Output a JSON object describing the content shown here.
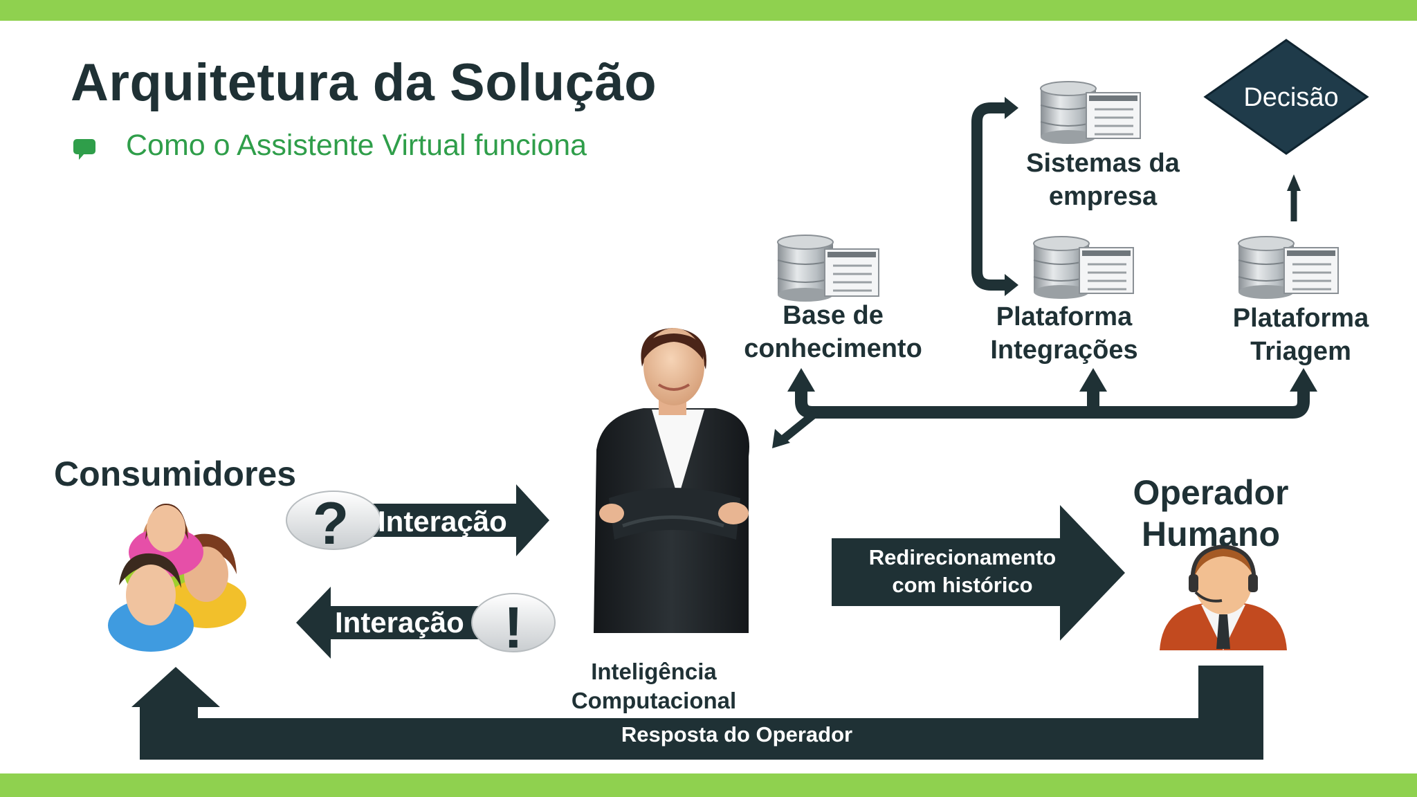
{
  "slide": {
    "title": "Arquitetura da Solução",
    "subtitle": "Como o Assistente Virtual funciona"
  },
  "nodes": {
    "consumidores": "Consumidores",
    "operador": "Operador Humano",
    "inteligencia_line1": "Inteligência",
    "inteligencia_line2": "Computacional",
    "base_line1": "Base de",
    "base_line2": "conhecimento",
    "sistemas_line1": "Sistemas da",
    "sistemas_line2": "empresa",
    "integracoes_line1": "Plataforma",
    "integracoes_line2": "Integrações",
    "triagem_line1": "Plataforma",
    "triagem_line2": "Triagem",
    "decisao": "Decisão"
  },
  "arrows": {
    "interacao_in": "Interação",
    "interacao_out": "Interação",
    "question_mark": "?",
    "exclamation_mark": "!",
    "redirecionamento_line1": "Redirecionamento",
    "redirecionamento_line2": "com histórico",
    "resposta": "Resposta do Operador"
  },
  "colors": {
    "accent_bar": "#8fd14f",
    "dark": "#1f3135",
    "subtitle": "#2f9e4a"
  }
}
